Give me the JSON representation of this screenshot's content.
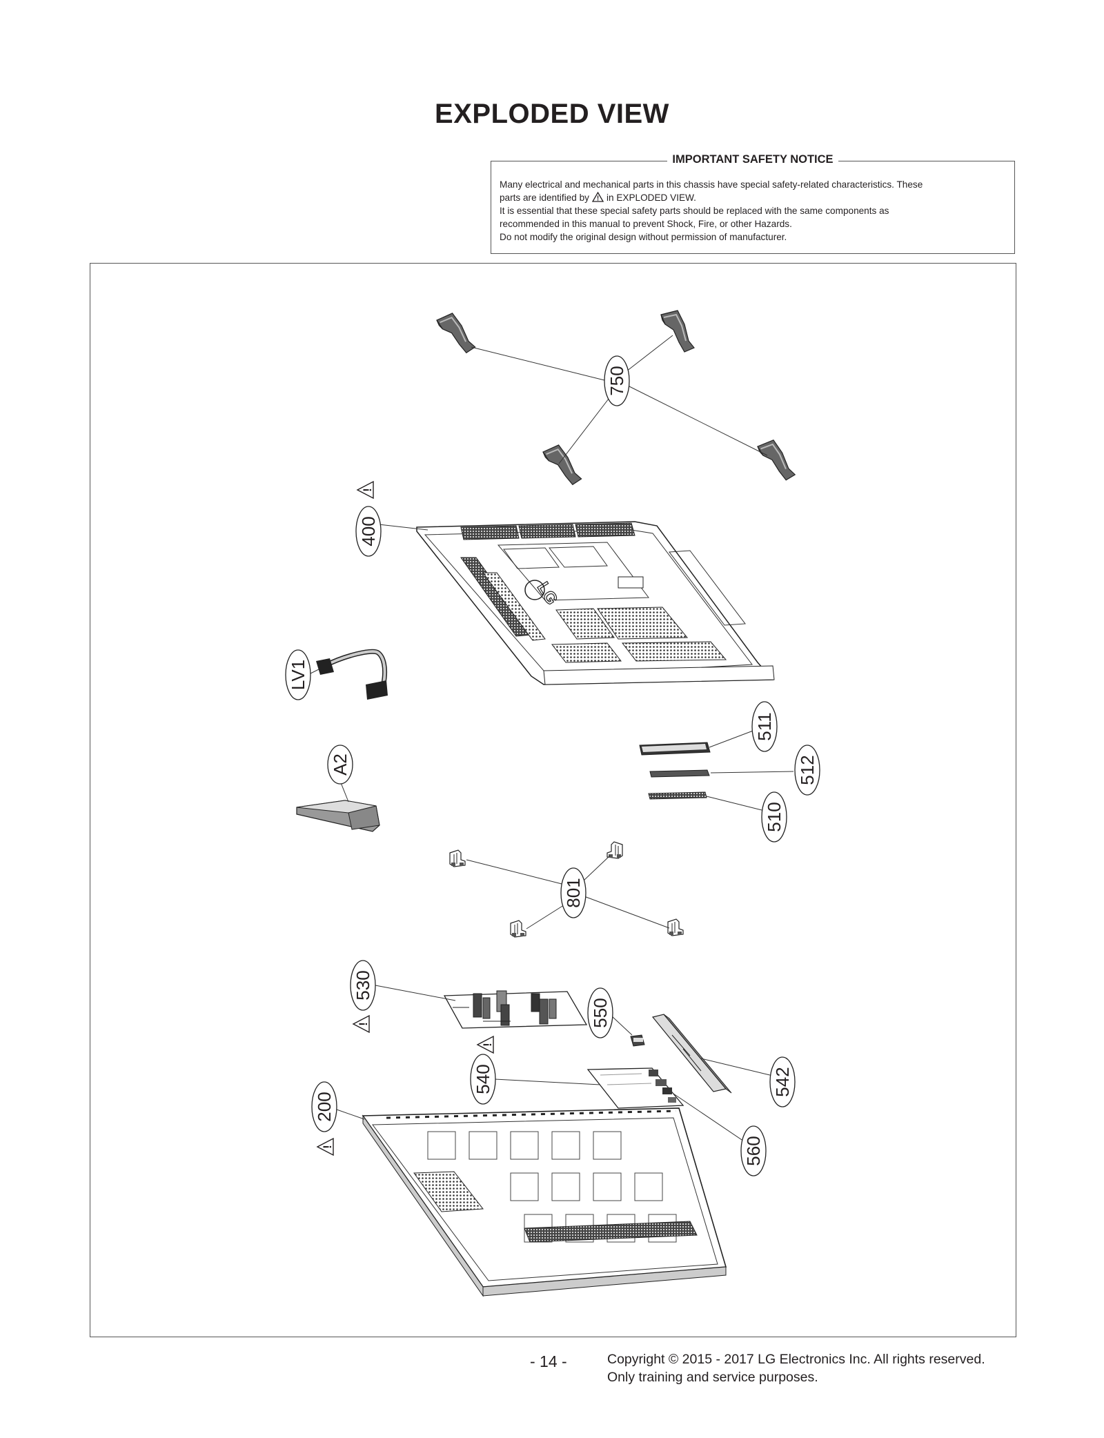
{
  "page_title": "EXPLODED VIEW",
  "notice": {
    "title": "IMPORTANT SAFETY NOTICE",
    "line1": "Many electrical and mechanical parts in this chassis have special safety-related characteristics. These",
    "line2_pre": "parts are identified by",
    "line2_post": "in EXPLODED VIEW.",
    "line3": "It is essential that these special safety parts should be replaced with the same components as",
    "line4": "recommended in this manual to prevent Shock, Fire, or other Hazards.",
    "line5": "Do not modify the original design without permission of manufacturer."
  },
  "callouts": {
    "p750": "750",
    "p400": "400",
    "pLV1": "LV1",
    "pA2": "A2",
    "p511": "511",
    "p512": "512",
    "p510": "510",
    "p801": "801",
    "p530": "530",
    "p550": "550",
    "p540": "540",
    "p542": "542",
    "p200": "200",
    "p560": "560"
  },
  "safety_icon": "warning-triangle-icon",
  "footer": {
    "page_number": "- 14 -",
    "copyright_line1": "Copyright © 2015 - 2017 LG Electronics Inc. All rights reserved.",
    "copyright_line2": "Only training and service purposes."
  }
}
